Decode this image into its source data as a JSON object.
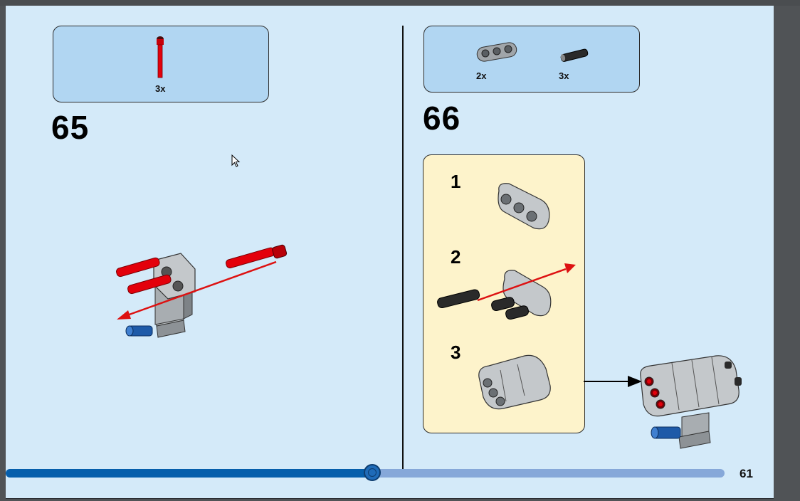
{
  "left_step": {
    "number": "65",
    "parts": [
      {
        "icon": "red-axle-pin-icon",
        "qty": "3x"
      }
    ]
  },
  "right_step": {
    "number": "66",
    "parts": [
      {
        "icon": "gray-beam-3-icon",
        "qty": "2x"
      },
      {
        "icon": "black-pin-icon",
        "qty": "3x"
      }
    ],
    "substeps": [
      "1",
      "2",
      "3"
    ]
  },
  "footer": {
    "page_number": "61",
    "progress_fraction": 0.51
  },
  "colors": {
    "page_bg": "#d4eaf9",
    "callout_bg": "#b1d6f2",
    "substep_bg": "#fdf3cb",
    "progress_fill": "#065fac",
    "progress_track": "#86a8d9",
    "part_red": "#e3000b",
    "part_gray": "#a0a5a9",
    "part_blue": "#1e5aa8"
  }
}
